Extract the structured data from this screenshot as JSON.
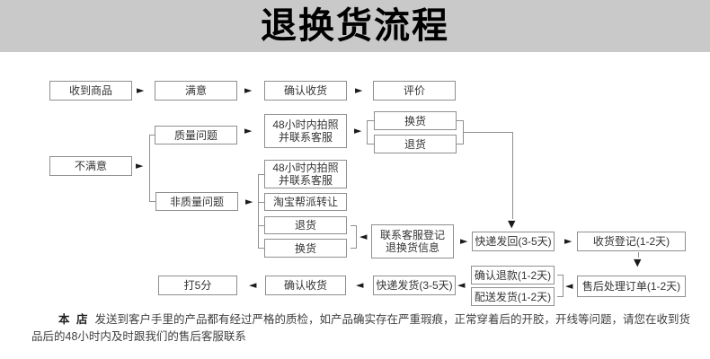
{
  "title": "退换货流程",
  "colors": {
    "band_bg": "#c9c9c9",
    "box_border": "#8f8f8f",
    "box_text": "#333333",
    "arrow": "#1a1a1a",
    "footer_text": "#404040"
  },
  "icons": {
    "arrow_right": "►",
    "arrow_left": "◄",
    "arrow_down": "▼"
  },
  "flow": {
    "received": "收到商品",
    "satisfied": "满意",
    "confirm_receipt": "确认收货",
    "evaluate": "评价",
    "unsatisfied": "不满意",
    "quality_issue": "质量问题",
    "non_quality_issue": "非质量问题",
    "photo_48h_quality": "48小时内拍照\n并联系客服",
    "exchange_q": "换货",
    "return_q": "退货",
    "photo_48h_nonquality": "48小时内拍照\n并联系客服",
    "taobao_transfer": "淘宝帮派转让",
    "return_nq": "退货",
    "exchange_nq": "换货",
    "contact_service": "联系客服登记\n退换货信息",
    "send_back": "快递发回(3-5天)",
    "receipt_register": "收货登记(1-2天)",
    "aftersales_order": "售后处理订单(1-2天)",
    "confirm_refund": "确认退款(1-2天)",
    "dispatch": "配送发货(1-2天)",
    "courier_ship": "快递发货(3-5天)",
    "confirm_receipt_2": "确认收货",
    "rate_five": "打5分"
  },
  "footer": {
    "bold_label": "本 店",
    "text": "发送到客户手里的产品都有经过严格的质检，如产品确实存在严重瑕痕，正常穿着后的开胶，开线等问题，请您在收到货品后的48小时内及时跟我们的售后客服联系"
  }
}
